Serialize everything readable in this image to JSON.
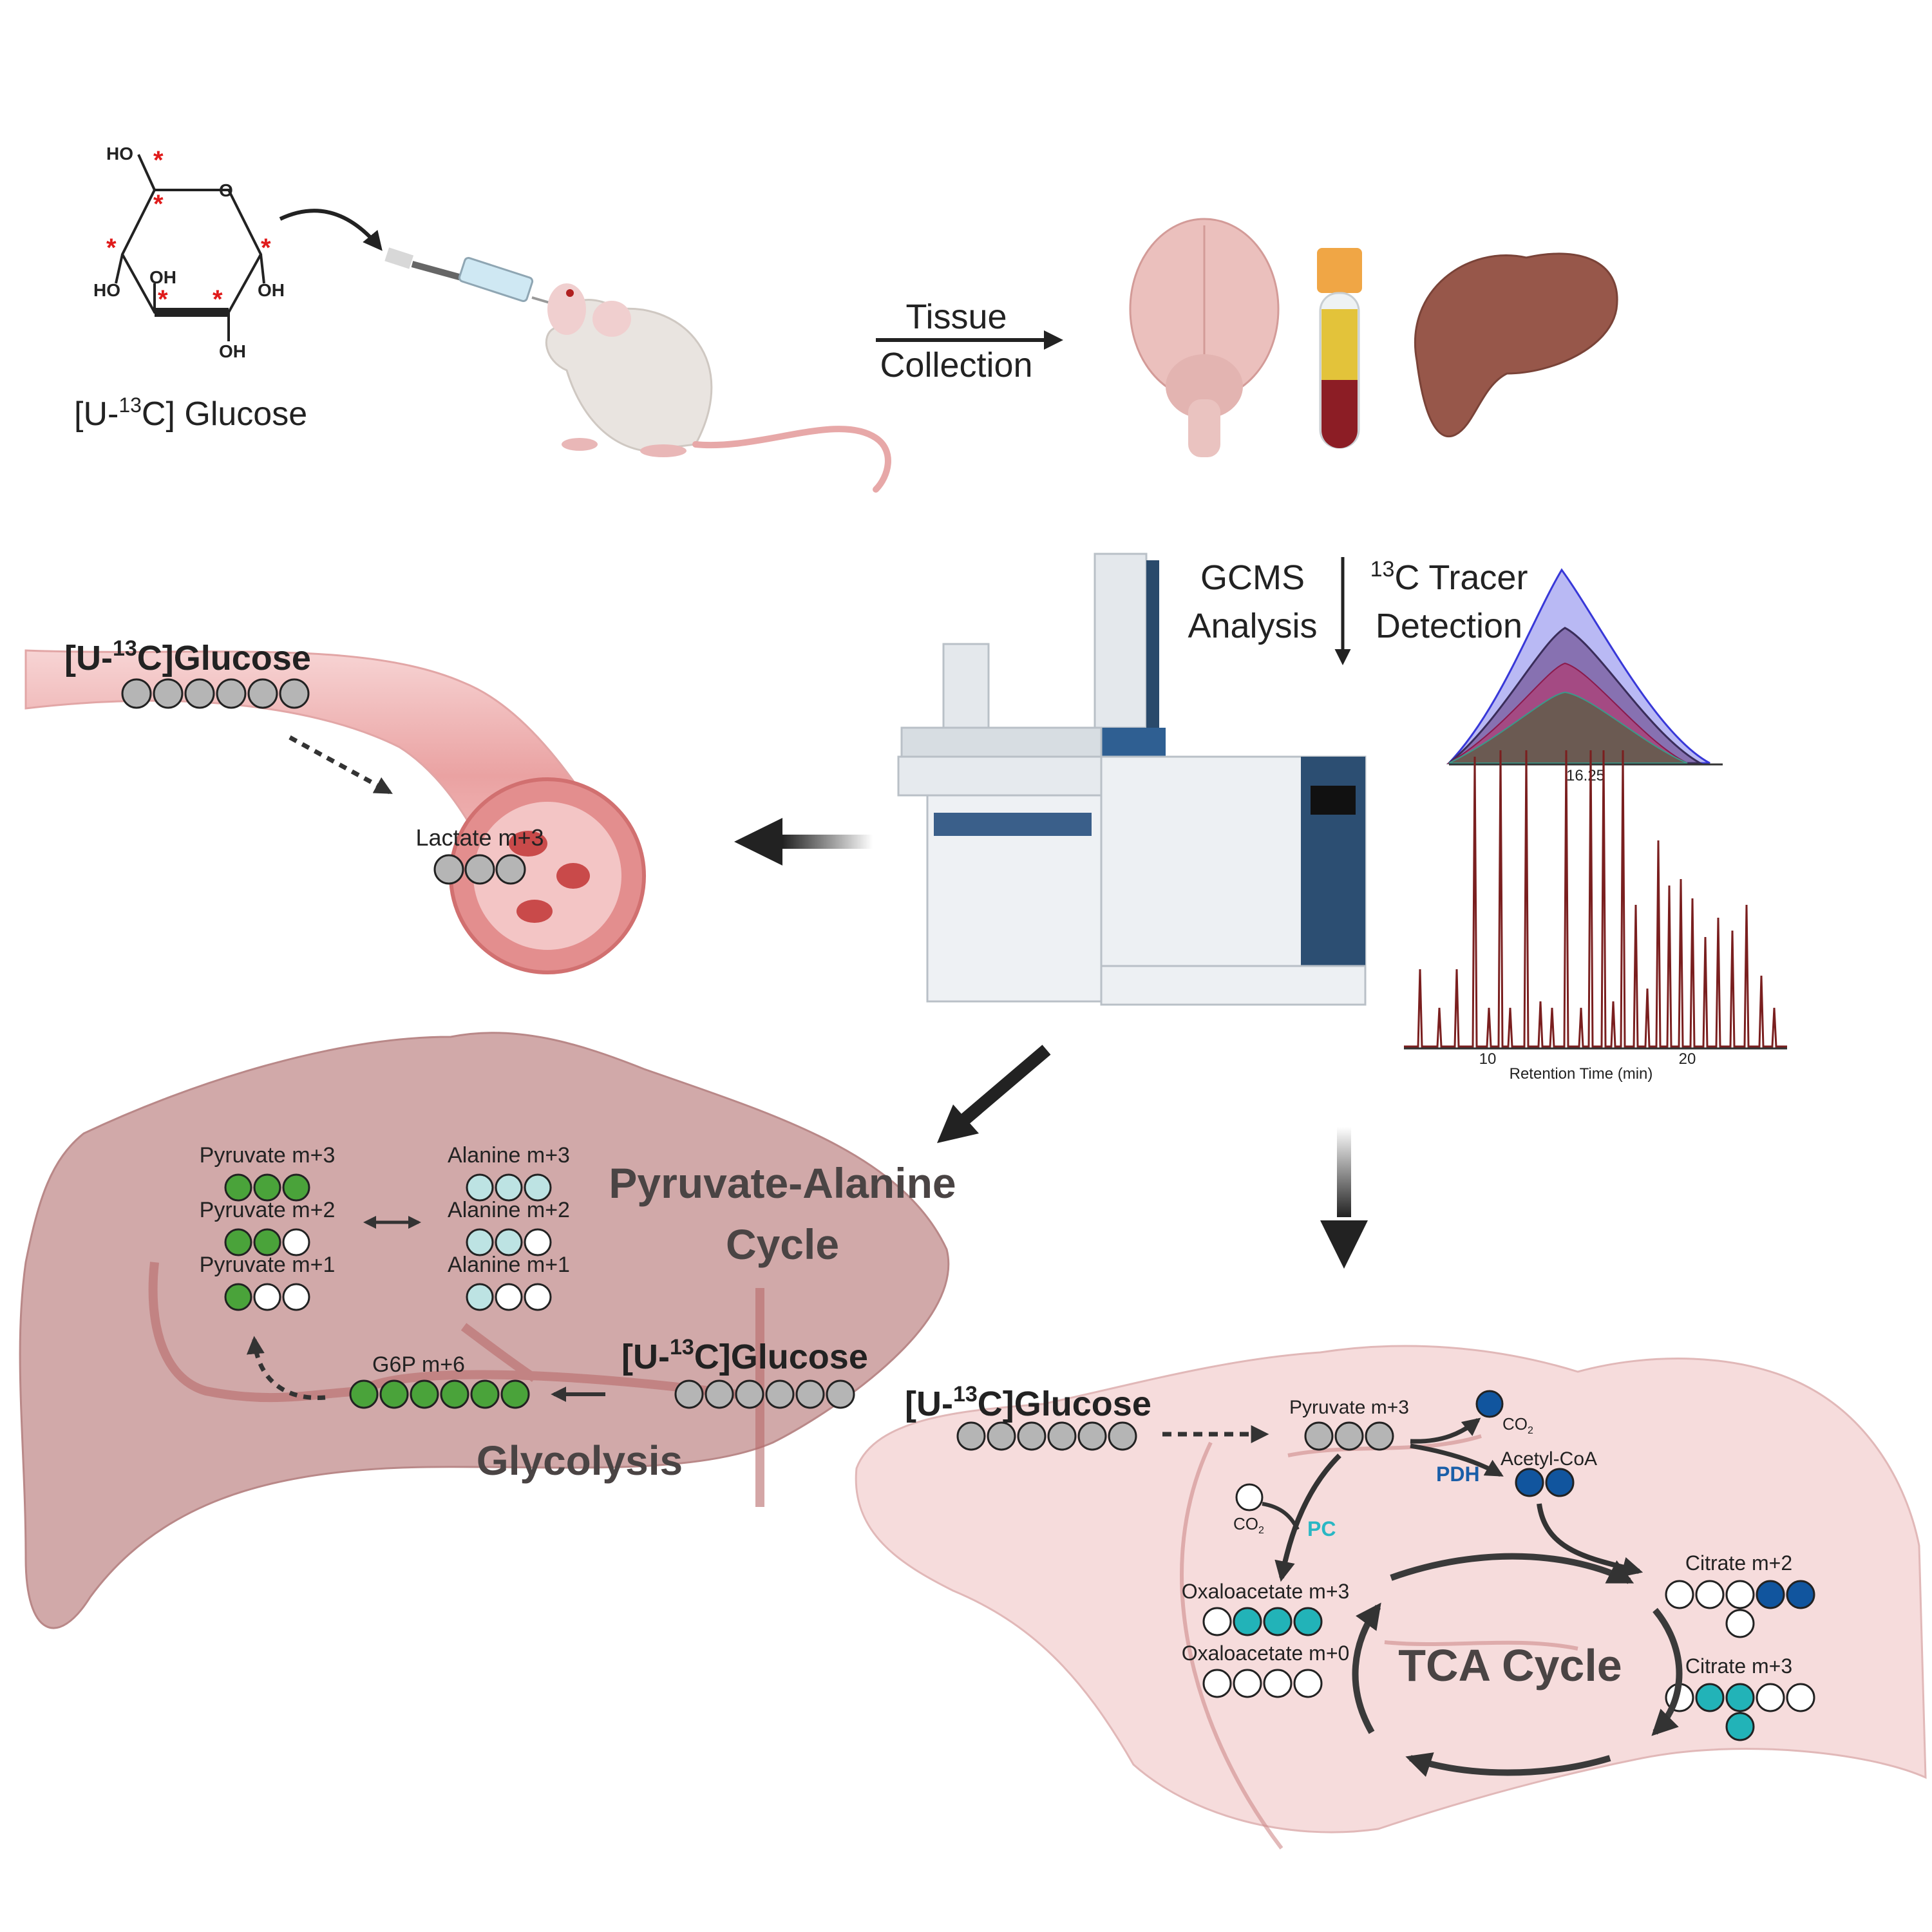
{
  "colors": {
    "grey": "#b5b5b5",
    "green": "#4aa33a",
    "light_teal": "#bde3e3",
    "teal": "#22b3b8",
    "dark_blue": "#11559e",
    "white": "#ffffff",
    "liver": "#c99a9a",
    "brain": "#f6dcdc",
    "vessel": "#e9a0a0",
    "arrow": "#222222",
    "pc_label": "#2ab7c4",
    "pdh_label": "#1a5ea8"
  },
  "top_panel": {
    "glucose_label_pre": "[U-",
    "glucose_label_sup": "13",
    "glucose_label_post": "C] Glucose",
    "structure": {
      "ho_top": "HO",
      "ring_o": "O",
      "oh_mid": "OH",
      "ho_left": "HO",
      "oh_right": "OH",
      "oh_bottom": "OH",
      "label_marker": "*"
    },
    "tissue_collection_line1": "Tissue",
    "tissue_collection_line2": "Collection"
  },
  "gcms": {
    "analysis_line1": "GCMS",
    "analysis_line2": "Analysis",
    "tracer_sup": "13",
    "tracer_line1_post": "C Tracer",
    "tracer_line2": "Detection",
    "peak_label": "16.25",
    "chrom_tick_1": "10",
    "chrom_tick_2": "20",
    "chrom_xlabel": "Retention Time (min)"
  },
  "blood": {
    "title_pre": "[U-",
    "title_sup": "13",
    "title_post": "C]Glucose",
    "glucose_circles": [
      "grey",
      "grey",
      "grey",
      "grey",
      "grey",
      "grey"
    ],
    "lactate_label": "Lactate m+3",
    "lactate_circles": [
      "grey",
      "grey",
      "grey"
    ]
  },
  "liver": {
    "pyruvate": [
      {
        "label": "Pyruvate m+3",
        "circles": [
          "green",
          "green",
          "green"
        ]
      },
      {
        "label": "Pyruvate m+2",
        "circles": [
          "green",
          "green",
          "white"
        ]
      },
      {
        "label": "Pyruvate m+1",
        "circles": [
          "green",
          "white",
          "white"
        ]
      }
    ],
    "alanine": [
      {
        "label": "Alanine m+3",
        "circles": [
          "light_teal",
          "light_teal",
          "light_teal"
        ]
      },
      {
        "label": "Alanine m+2",
        "circles": [
          "light_teal",
          "light_teal",
          "white"
        ]
      },
      {
        "label": "Alanine m+1",
        "circles": [
          "light_teal",
          "white",
          "white"
        ]
      }
    ],
    "cycle_line1": "Pyruvate-Alanine",
    "cycle_line2": "Cycle",
    "g6p_label": "G6P m+6",
    "g6p_circles": [
      "green",
      "green",
      "green",
      "green",
      "green",
      "green"
    ],
    "glucose_pre": "[U-",
    "glucose_sup": "13",
    "glucose_post": "C]Glucose",
    "glucose_circles": [
      "grey",
      "grey",
      "grey",
      "grey",
      "grey",
      "grey"
    ],
    "glycolysis_label": "Glycolysis"
  },
  "brain": {
    "glucose_pre": "[U-",
    "glucose_sup": "13",
    "glucose_post": "C]Glucose",
    "glucose_circles": [
      "grey",
      "grey",
      "grey",
      "grey",
      "grey",
      "grey"
    ],
    "pyruvate_label": "Pyruvate m+3",
    "pyruvate_circles": [
      "grey",
      "grey",
      "grey"
    ],
    "co2_top": "CO",
    "co2_top_sub": "2",
    "pdh_label": "PDH",
    "acetyl_coa_label": "Acetyl-CoA",
    "acetyl_coa_circles": [
      "dark_blue",
      "dark_blue"
    ],
    "co2_left": "CO",
    "co2_left_sub": "2",
    "pc_label": "PC",
    "oaa3_label": "Oxaloacetate m+3",
    "oaa3_circles": [
      "white",
      "teal",
      "teal",
      "teal"
    ],
    "oaa0_label": "Oxaloacetate m+0",
    "oaa0_circles": [
      "white",
      "white",
      "white",
      "white"
    ],
    "citrate2_label": "Citrate m+2",
    "citrate2_circles": [
      "white",
      "white",
      "white",
      "dark_blue",
      "dark_blue"
    ],
    "citrate2_extra": "white",
    "citrate3_label": "Citrate m+3",
    "citrate3_circles": [
      "white",
      "teal",
      "teal",
      "white",
      "white"
    ],
    "citrate3_extra": "teal",
    "tca_label": "TCA Cycle"
  }
}
